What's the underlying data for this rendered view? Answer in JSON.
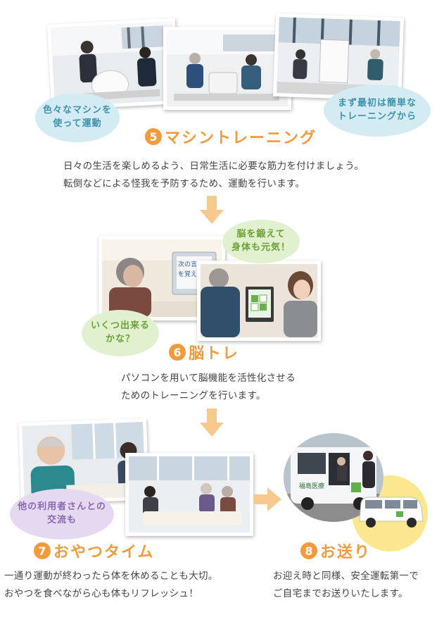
{
  "colors": {
    "accent": "#f29a3c",
    "arrow": "#f8c98d"
  },
  "section5": {
    "number": "5",
    "title": "マシントレーニング",
    "desc_line1": "日々の生活を楽しめるよう、日常生活に必要な筋力を付けましょう。",
    "desc_line2": "転倒などによる怪我を予防するため、運動を行います。",
    "bubble_left": "色々なマシンを\n使って運動",
    "bubble_right": "まず最初は簡単な\nトレーニングから"
  },
  "section6": {
    "number": "6",
    "title": "脳トレ",
    "desc_line1": "パソコンを用いて脳機能を活性化させる",
    "desc_line2": "ためのトレーニングを行います。",
    "bubble_top": "脳を鍛えて\n身体も元気！",
    "bubble_bottom": "いくつ出来る\nかな？",
    "screen_text": "次の言葉を覚えましょう"
  },
  "section7": {
    "number": "7",
    "title": "おやつタイム",
    "desc_line1": "一通り運動が終わったら体を休めることも大切。",
    "desc_line2": "おやつを食べながら心も体もリフレッシュ！",
    "bubble": "他の利用者さんとの\n交流も"
  },
  "section8": {
    "number": "8",
    "title": "お送り",
    "desc_line1": "お迎え時と同様、安全運転第一で",
    "desc_line2": "ご自宅までお送りいたします。",
    "van_text": "福島医療"
  }
}
